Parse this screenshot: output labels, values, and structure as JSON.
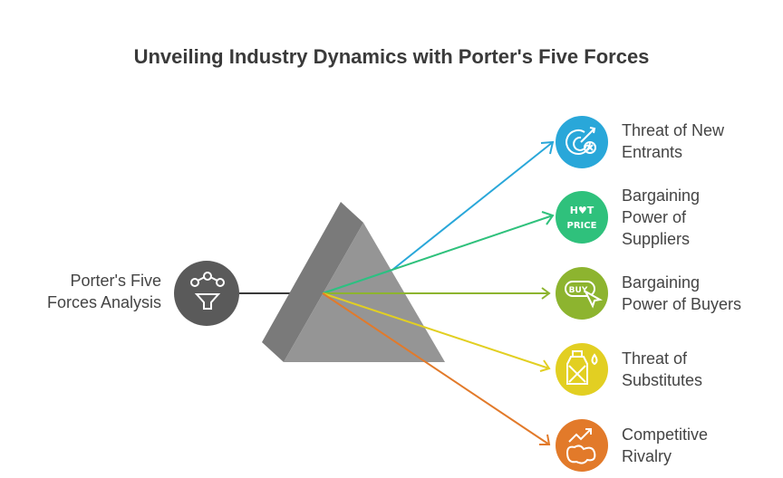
{
  "title": "Unveiling Industry Dynamics with Porter's Five Forces",
  "source": {
    "line1": "Porter's Five",
    "line2": "Forces Analysis",
    "icon": "network-funnel-icon",
    "color": "#5a5a5a"
  },
  "prism_color": "#8c8c8c",
  "forces": [
    {
      "line1": "Threat of New",
      "line2": "Entrants",
      "line3": "",
      "icon": "target-x-icon",
      "color": "#29a7d9"
    },
    {
      "line1": "Bargaining",
      "line2": "Power of",
      "line3": "Suppliers",
      "icon": "hot-price-icon",
      "color": "#2fc17c",
      "icon_text1": "H♥T",
      "icon_text2": "PRICE"
    },
    {
      "line1": "Bargaining",
      "line2": "Power of Buyers",
      "line3": "",
      "icon": "buy-cursor-icon",
      "color": "#8db42f",
      "icon_text": "BUY"
    },
    {
      "line1": "Threat of",
      "line2": "Substitutes",
      "line3": "",
      "icon": "bottle-icon",
      "color": "#e2cf22"
    },
    {
      "line1": "Competitive",
      "line2": "Rivalry",
      "line3": "",
      "icon": "rivalry-icon",
      "color": "#e27a2a"
    }
  ]
}
